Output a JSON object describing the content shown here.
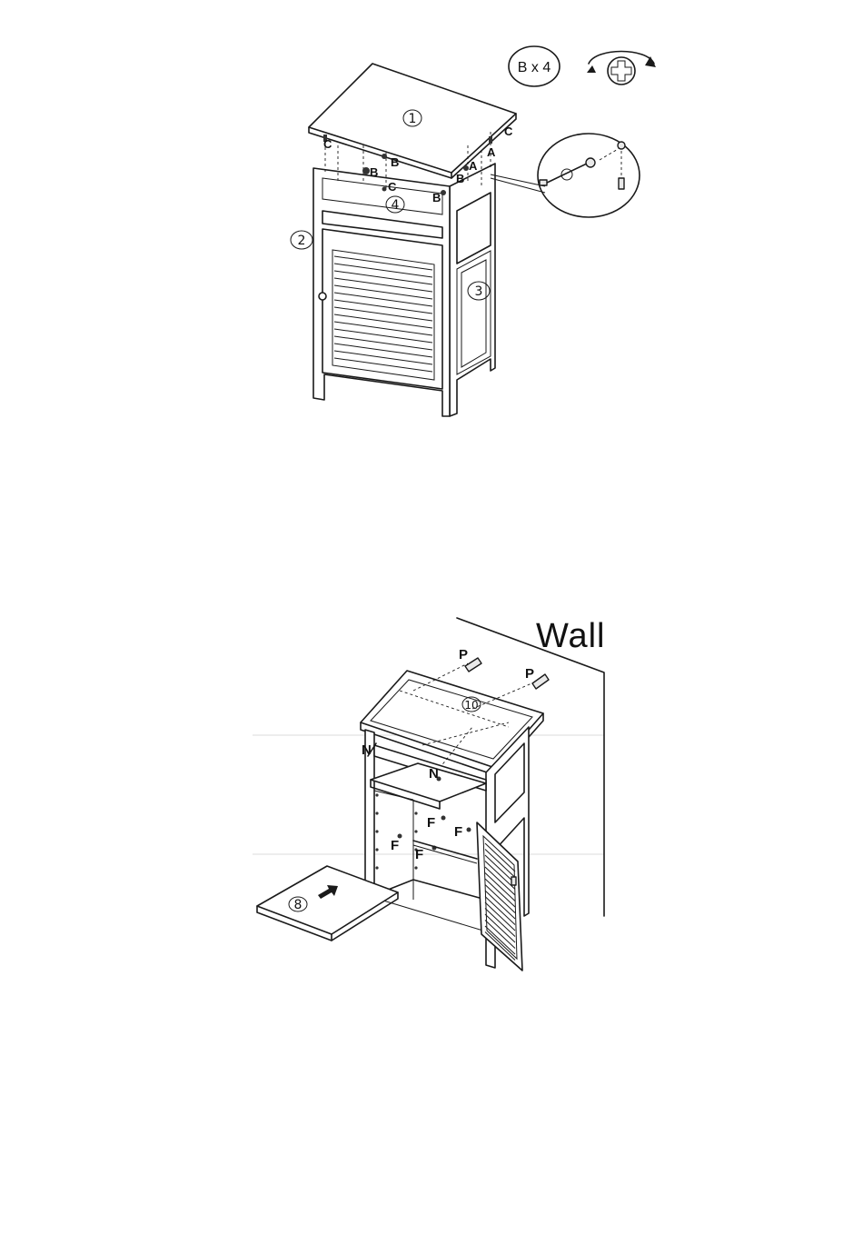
{
  "step1": {
    "hardware_badge": "B x 4",
    "parts": {
      "top": "1",
      "left_side": "2",
      "right_side": "3",
      "back_rail": "4"
    },
    "hardware_labels": {
      "a": "A",
      "b": "B",
      "c": "C"
    }
  },
  "step2": {
    "wall_label": "Wall",
    "parts": {
      "back_panel": "10",
      "shelf": "8"
    },
    "hardware_labels": {
      "p": "P",
      "n": "N",
      "f": "F"
    }
  }
}
